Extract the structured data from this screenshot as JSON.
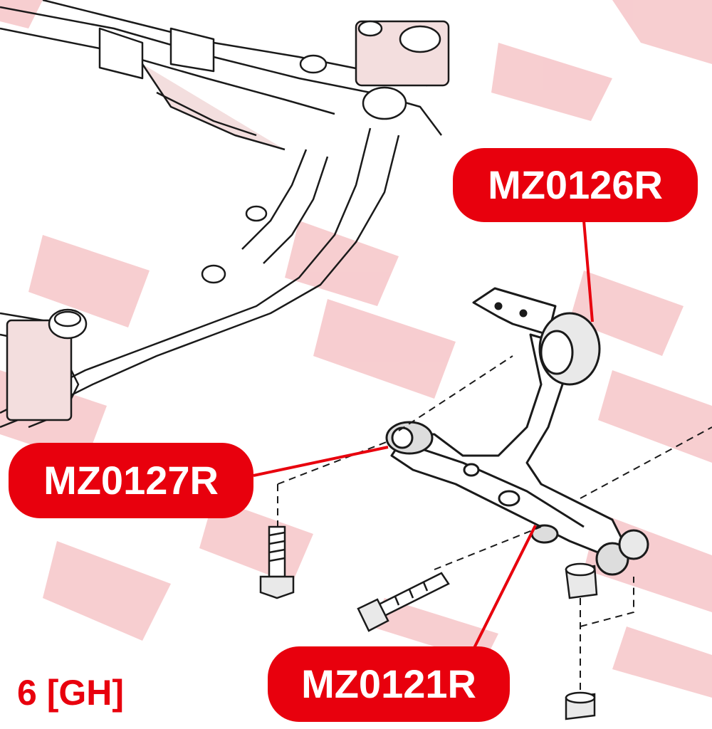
{
  "part_labels": {
    "upper_bushing": "MZ0126R",
    "front_bushing": "MZ0127R",
    "rear_bushing": "MZ0121R"
  },
  "figure_code": "6 [GH]",
  "colors": {
    "accent": "#e8000d",
    "watermark": "#f6c5c8",
    "linework": "#1a1a1a"
  }
}
